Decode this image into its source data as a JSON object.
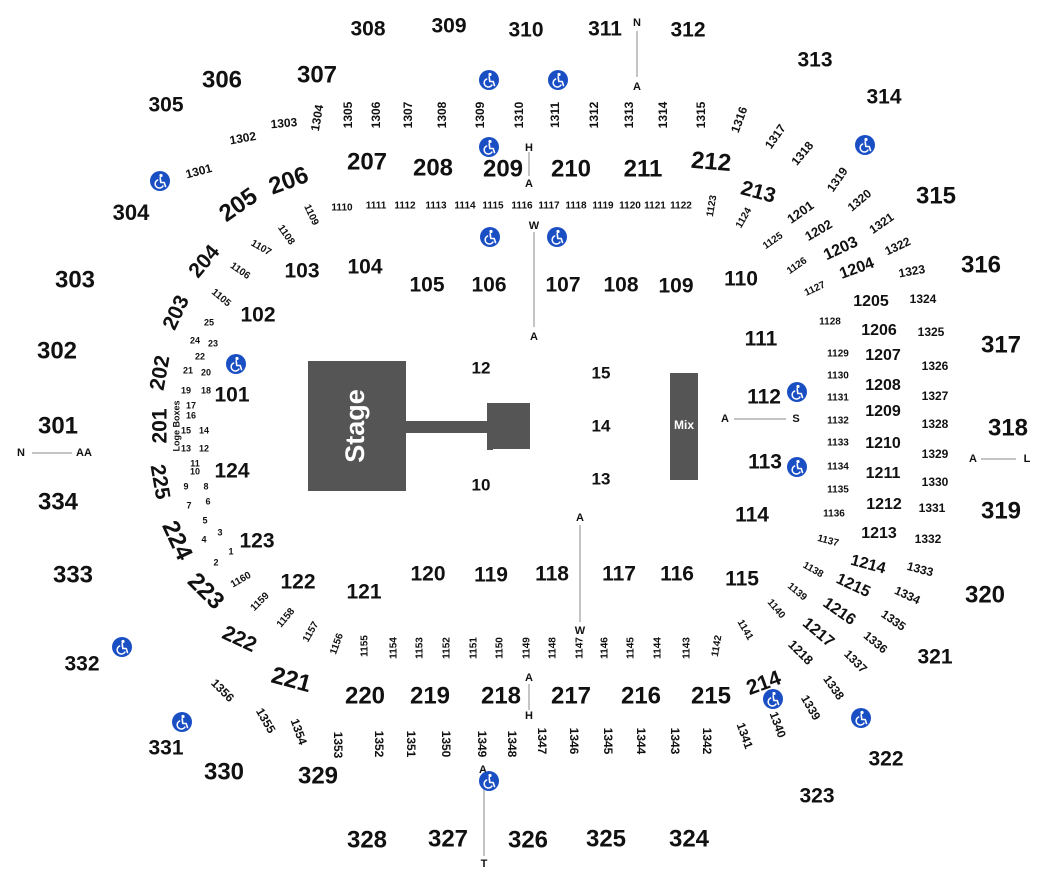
{
  "map": {
    "stage_label": "Stage",
    "mix_label": "Mix",
    "loge_label": "Loge Boxes",
    "wheelchair_icon": "wheelchair-accessible-icon",
    "colors": {
      "stage": "#555555",
      "wheelchair": "#1a4fc4",
      "text": "#111111"
    },
    "floor_sections": [
      {
        "id": "s12",
        "label": "12"
      },
      {
        "id": "s15",
        "label": "15"
      },
      {
        "id": "s14",
        "label": "14"
      },
      {
        "id": "s13",
        "label": "13"
      },
      {
        "id": "s10",
        "label": "10"
      }
    ],
    "sections_100": [
      "101",
      "102",
      "103",
      "104",
      "105",
      "106",
      "107",
      "108",
      "109",
      "110",
      "111",
      "112",
      "113",
      "114",
      "115",
      "116",
      "117",
      "118",
      "119",
      "120",
      "121",
      "122",
      "123",
      "124"
    ],
    "sections_200": [
      "201",
      "202",
      "203",
      "204",
      "205",
      "206",
      "207",
      "208",
      "209",
      "210",
      "211",
      "212",
      "213",
      "214",
      "215",
      "216",
      "217",
      "218",
      "219",
      "220",
      "221",
      "222",
      "223",
      "224",
      "225"
    ],
    "sections_300": [
      "301",
      "302",
      "303",
      "304",
      "305",
      "306",
      "307",
      "308",
      "309",
      "310",
      "311",
      "312",
      "313",
      "314",
      "315",
      "316",
      "317",
      "318",
      "319",
      "320",
      "321",
      "322",
      "323",
      "324",
      "325",
      "326",
      "327",
      "328",
      "329",
      "330",
      "331",
      "332",
      "333",
      "334"
    ],
    "sections_1100": [
      "1105",
      "1106",
      "1107",
      "1108",
      "1109",
      "1110",
      "1111",
      "1112",
      "1113",
      "1114",
      "1115",
      "1116",
      "1117",
      "1118",
      "1119",
      "1120",
      "1121",
      "1122",
      "1123",
      "1124",
      "1125",
      "1126",
      "1127",
      "1128",
      "1129",
      "1130",
      "1131",
      "1132",
      "1133",
      "1134",
      "1135",
      "1136",
      "1137",
      "1138",
      "1139",
      "1140",
      "1141",
      "1142",
      "1143",
      "1144",
      "1145",
      "1146",
      "1147",
      "1148",
      "1149",
      "1150",
      "1151",
      "1152",
      "1153",
      "1154",
      "1155",
      "1156",
      "1157",
      "1158",
      "1159",
      "1160"
    ],
    "sections_1200": [
      "1201",
      "1202",
      "1203",
      "1204",
      "1205",
      "1206",
      "1207",
      "1208",
      "1209",
      "1210",
      "1211",
      "1212",
      "1213",
      "1214",
      "1215",
      "1216",
      "1217",
      "1218"
    ],
    "sections_1300": [
      "1301",
      "1302",
      "1303",
      "1304",
      "1305",
      "1306",
      "1307",
      "1308",
      "1309",
      "1310",
      "1311",
      "1312",
      "1313",
      "1314",
      "1315",
      "1316",
      "1317",
      "1318",
      "1319",
      "1320",
      "1321",
      "1322",
      "1323",
      "1324",
      "1325",
      "1326",
      "1327",
      "1328",
      "1329",
      "1330",
      "1331",
      "1332",
      "1333",
      "1334",
      "1335",
      "1336",
      "1337",
      "1338",
      "1339",
      "1340",
      "1341",
      "1342",
      "1343",
      "1344",
      "1345",
      "1346",
      "1347",
      "1348",
      "1349",
      "1350",
      "1351",
      "1352",
      "1353",
      "1354",
      "1355",
      "1356"
    ],
    "loge_boxes": [
      "1",
      "2",
      "3",
      "4",
      "5",
      "6",
      "7",
      "8",
      "9",
      "10",
      "11",
      "12",
      "13",
      "14",
      "15",
      "16",
      "17",
      "18",
      "19",
      "20",
      "21",
      "22",
      "23",
      "24",
      "25"
    ],
    "markers": {
      "north_n": "N",
      "north_a": "A",
      "top_h": "H",
      "top_a": "A",
      "top_w": "W",
      "top_a2": "A",
      "left_n": "N",
      "left_aa": "AA",
      "right_a": "A",
      "right_s": "S",
      "far_a": "A",
      "far_l": "L",
      "bottom_a": "A",
      "bottom_w": "W",
      "bottom_a2": "A",
      "bottom_h": "H",
      "bottom_t": "T",
      "bottom_a3": "A"
    }
  }
}
